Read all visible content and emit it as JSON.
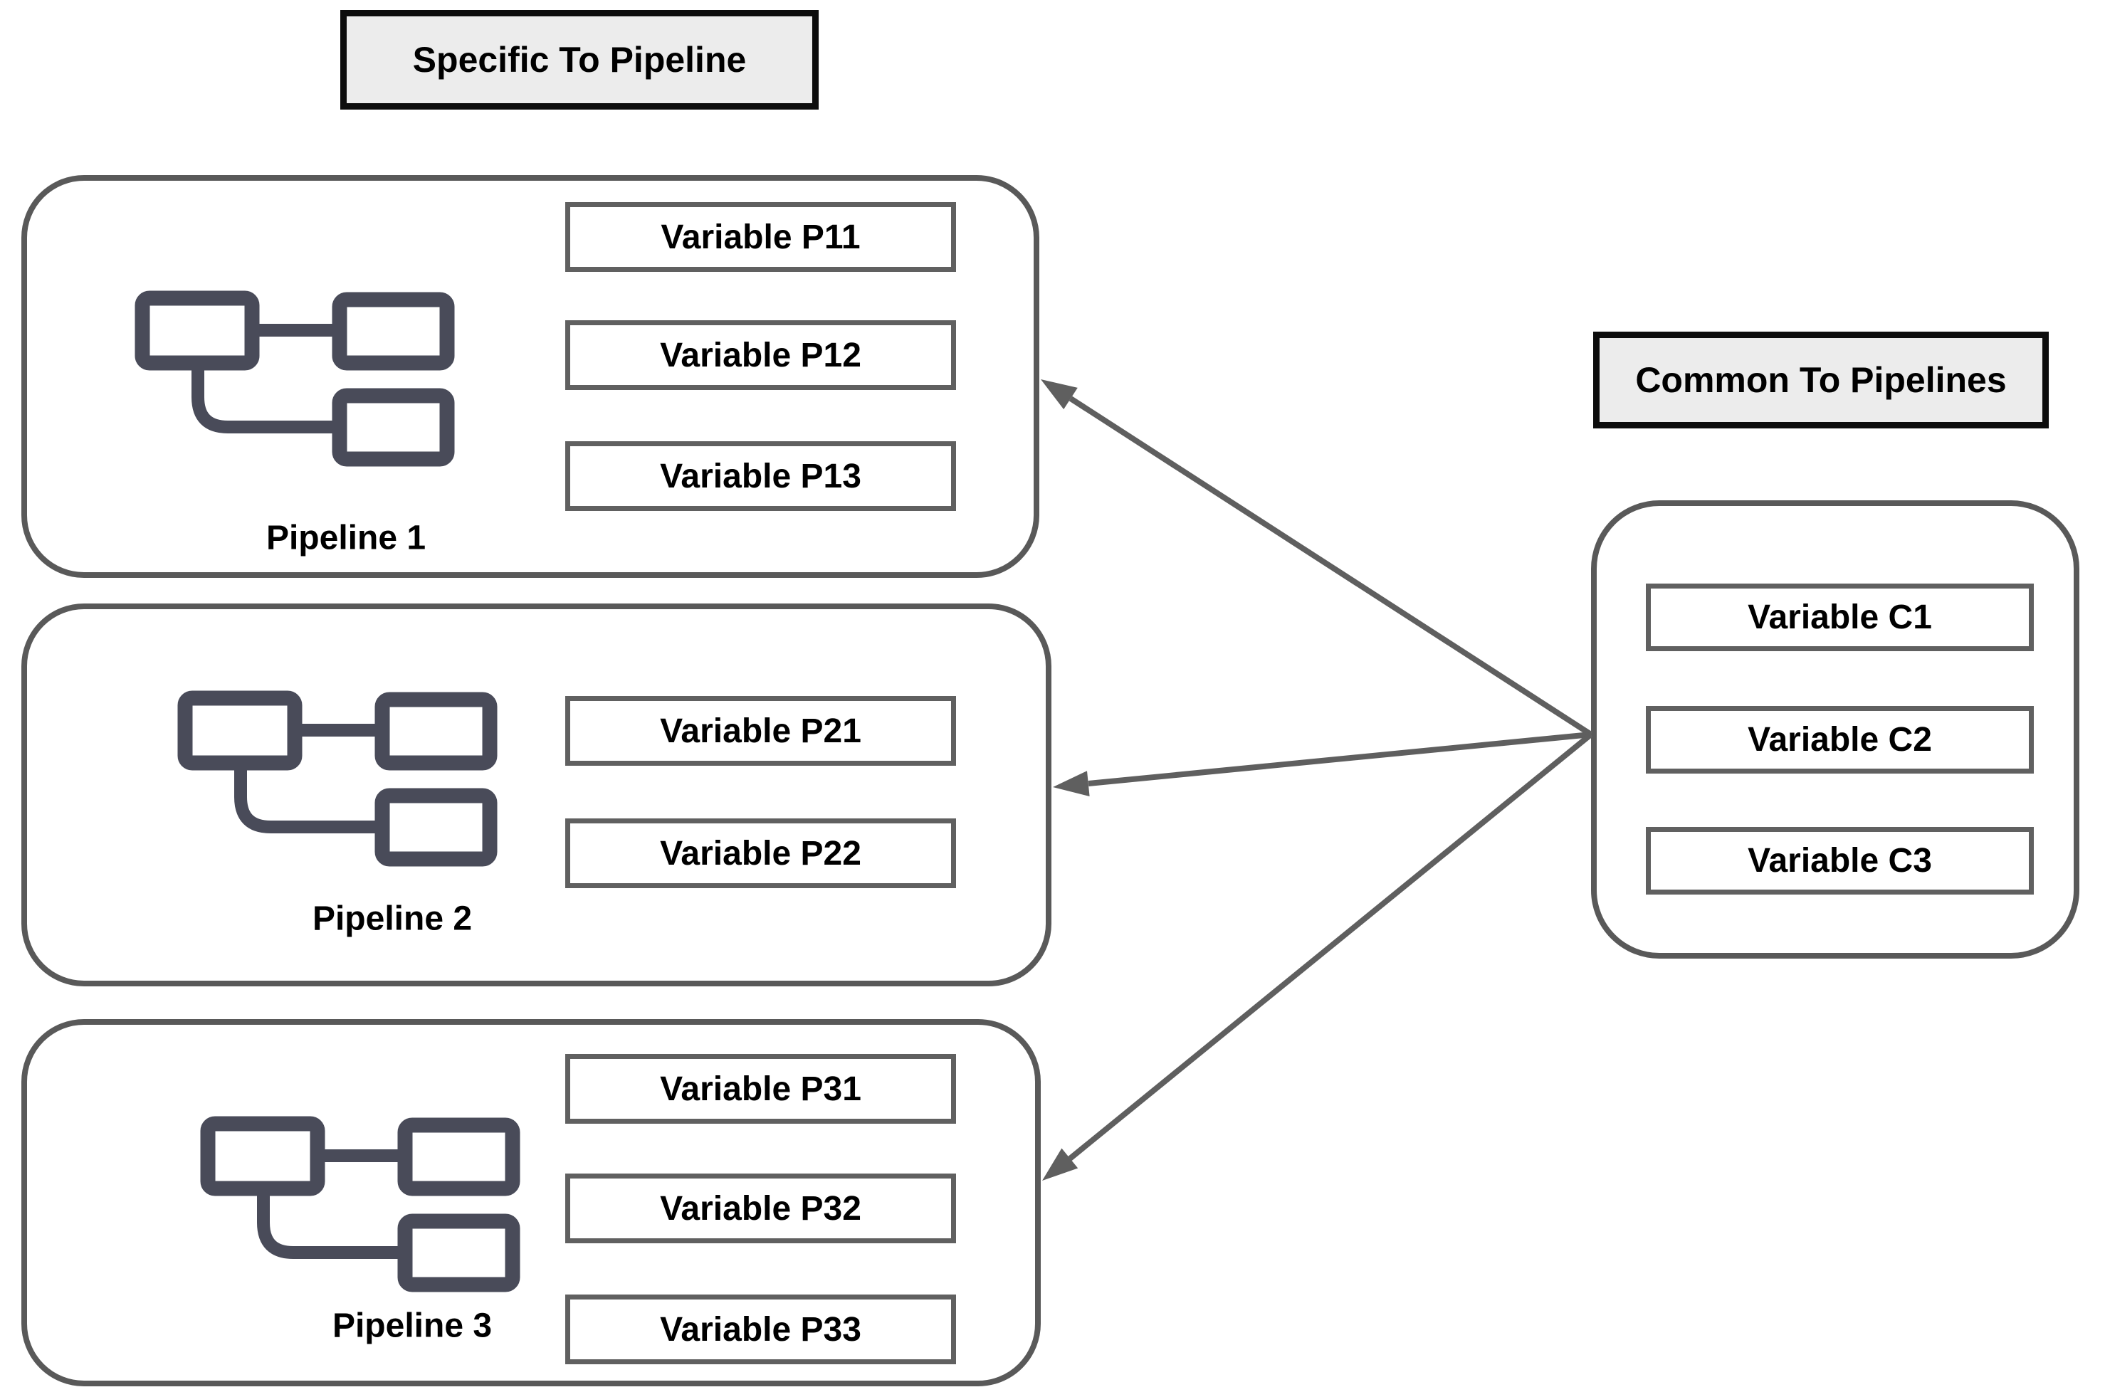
{
  "titles": {
    "specific": "Specific To Pipeline",
    "common": "Common To Pipelines"
  },
  "pipelines": [
    {
      "label": "Pipeline 1",
      "variables": [
        "Variable P11",
        "Variable P12",
        "Variable P13"
      ]
    },
    {
      "label": "Pipeline 2",
      "variables": [
        "Variable P21",
        "Variable P22"
      ]
    },
    {
      "label": "Pipeline 3",
      "variables": [
        "Variable P31",
        "Variable P32",
        "Variable P33"
      ]
    }
  ],
  "common": {
    "variables": [
      "Variable C1",
      "Variable C2",
      "Variable C3"
    ]
  },
  "icons": {
    "pipeline_icon": "flowchart-nodes-icon"
  },
  "colors": {
    "background": "#ffffff",
    "title_fill": "#ececec",
    "title_border": "#0d0d0d",
    "title_text": "#000000",
    "box_border": "#595959",
    "variable_border": "#606060",
    "label_text": "#000000",
    "arrow": "#5f5f5f",
    "icon": "#494b59"
  }
}
